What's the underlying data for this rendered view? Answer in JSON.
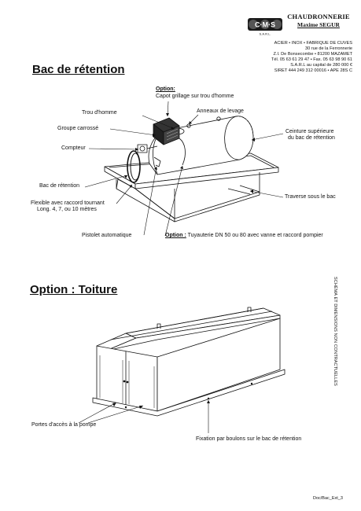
{
  "header": {
    "logo_text": "C·M·S",
    "logo_sub": "S.A.R.L.",
    "company_name": "CHAUDRONNERIE",
    "company_sub": "Maxime SEGUR",
    "address_lines": [
      "ACIER • INOX • FABRIQUE DE CUVES",
      "30 rue de la Ferronnerie",
      "Z.I. De Bonsecombe •  81200 MAZAMET",
      "Tél. 05 63 61 29 47  •  Fax. 05 63 98 90 61",
      "S.A.R.L au capital de 280 000 €",
      "SIRET 444 249 312 00016  •  APE 28S C"
    ]
  },
  "section1": {
    "title": "Bac de rétention",
    "labels": {
      "option_title": "Option:",
      "option_text": "Capot grillage sur trou d'homme",
      "anneaux": "Anneaux de levage",
      "trou": "Trou d'homme",
      "groupe": "Groupe carrossé",
      "ceinture_1": "Ceinture supérieure",
      "ceinture_2": "du bac de rétention",
      "compteur": "Compteur",
      "bac": "Bac de rétention",
      "traverse": "Traverse sous le bac",
      "flexible_1": "Flexible avec raccord tournant",
      "flexible_2": "Long. 4, 7, ou 10 mètres",
      "pistolet": "Pistolet automatique",
      "option_tuyau_prefix": "Option :",
      "option_tuyau_text": " Tuyauterie DN 50 ou 80 avec vanne et raccord pompier"
    }
  },
  "section2": {
    "title": "Option : Toiture",
    "side_note": "SCHÉMA ET DIMENSIONS NON CONTRACTUELLES",
    "labels": {
      "portes": "Portes d'accès à la pompe",
      "fixation": "Fixation par boulons sur le bac de rétention"
    }
  },
  "footer": {
    "reference": "Doc/Bac_Ext_3"
  }
}
